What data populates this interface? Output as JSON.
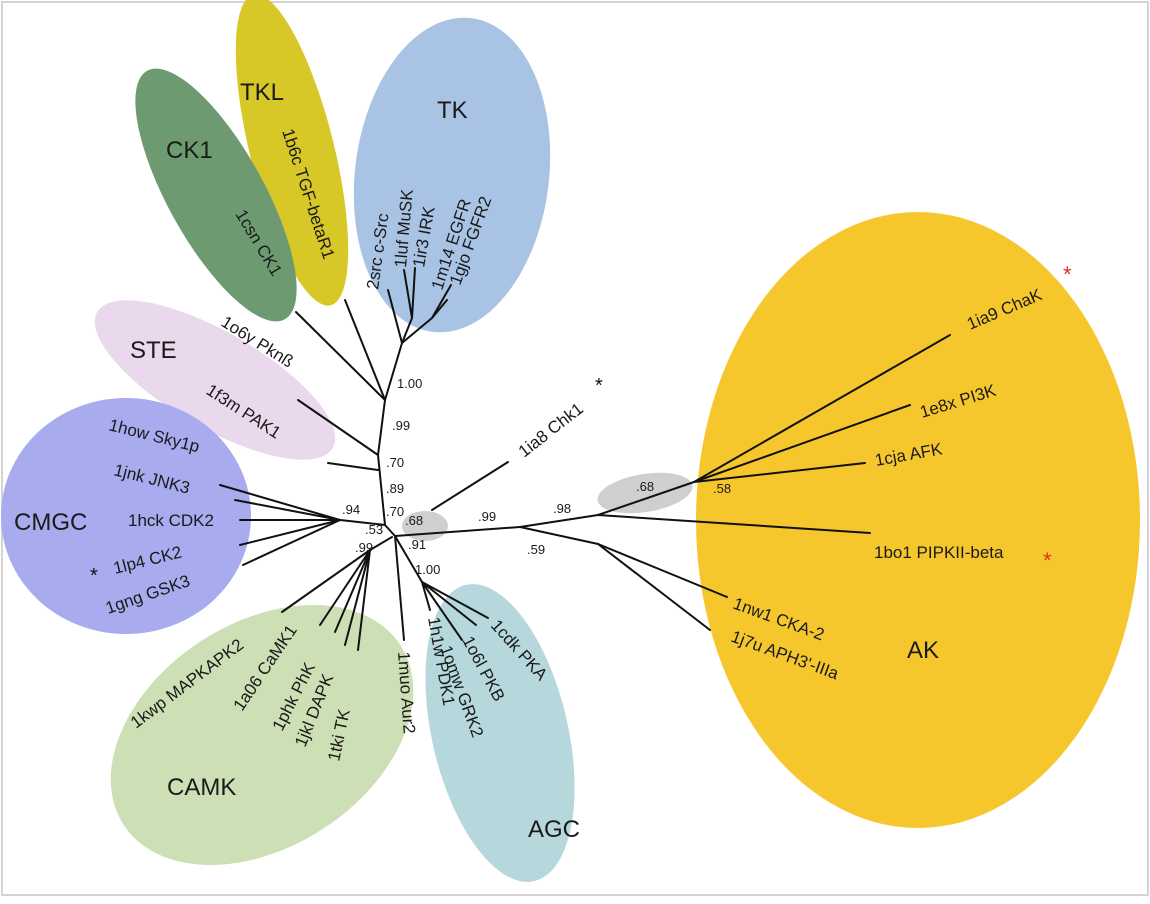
{
  "groups": [
    {
      "id": "tkl",
      "label": "TKL",
      "color": "#d8c827"
    },
    {
      "id": "ck1",
      "label": "CK1",
      "color": "#6e9a72"
    },
    {
      "id": "tk",
      "label": "TK",
      "color": "#a9c3e4"
    },
    {
      "id": "ste",
      "label": "STE",
      "color": "#ead8ec"
    },
    {
      "id": "cmgc",
      "label": "CMGC",
      "color": "#a8abee"
    },
    {
      "id": "camk",
      "label": "CAMK",
      "color": "#cddfb4"
    },
    {
      "id": "agc",
      "label": "AGC",
      "color": "#b6d8dc"
    },
    {
      "id": "ak",
      "label": "AK",
      "color": "#f6c72d"
    }
  ],
  "leaves": [
    {
      "id": "1csn",
      "label": "1csn CK1"
    },
    {
      "id": "1b6c",
      "label": "1b6c TGF-betaR1"
    },
    {
      "id": "2src",
      "label": "2src c-Src"
    },
    {
      "id": "1luf",
      "label": "1luf MuSK"
    },
    {
      "id": "1ir3",
      "label": "1ir3 IRK"
    },
    {
      "id": "1m14",
      "label": "1m14 EGFR"
    },
    {
      "id": "1gjo",
      "label": "1gjo FGFR2"
    },
    {
      "id": "1o6y",
      "label": "1o6y Pknß"
    },
    {
      "id": "1f3m",
      "label": "1f3m PAK1"
    },
    {
      "id": "1how",
      "label": "1how Sky1p"
    },
    {
      "id": "1jnk",
      "label": "1jnk JNK3"
    },
    {
      "id": "1hck",
      "label": "1hck CDK2"
    },
    {
      "id": "1lp4",
      "label": "1lp4 CK2"
    },
    {
      "id": "1gng",
      "label": "1gng GSK3"
    },
    {
      "id": "1kwp",
      "label": "1kwp MAPKAPK2"
    },
    {
      "id": "1a06",
      "label": "1a06 CaMK1"
    },
    {
      "id": "1phk",
      "label": "1phk PhK"
    },
    {
      "id": "1jkl",
      "label": "1jkl DAPK"
    },
    {
      "id": "1tki",
      "label": "1tki TK"
    },
    {
      "id": "1muo",
      "label": "1muo Aur2"
    },
    {
      "id": "1h1w",
      "label": "1h1w PDK1"
    },
    {
      "id": "1o6l",
      "label": "1o6l PKB"
    },
    {
      "id": "1omw",
      "label": "1omw GRK2"
    },
    {
      "id": "1cdk",
      "label": "1cdk PKA"
    },
    {
      "id": "1ia8",
      "label": "1ia8 Chk1"
    },
    {
      "id": "1ia9",
      "label": "1ia9 ChaK"
    },
    {
      "id": "1e8x",
      "label": "1e8x PI3K"
    },
    {
      "id": "1cja",
      "label": "1cja AFK"
    },
    {
      "id": "1bo1",
      "label": "1bo1 PIPKII-beta"
    },
    {
      "id": "1nw1",
      "label": "1nw1 CKA-2"
    },
    {
      "id": "1j7u",
      "label": "1j7u APH3'-IIIa"
    }
  ],
  "support_values": [
    {
      "id": "s100a",
      "value": "1.00"
    },
    {
      "id": "s99a",
      "value": ".99"
    },
    {
      "id": "s70a",
      "value": ".70"
    },
    {
      "id": "s89",
      "value": ".89"
    },
    {
      "id": "s70b",
      "value": ".70"
    },
    {
      "id": "s94",
      "value": ".94"
    },
    {
      "id": "s53",
      "value": ".53"
    },
    {
      "id": "s68a",
      "value": ".68"
    },
    {
      "id": "s99b",
      "value": ".99"
    },
    {
      "id": "s91",
      "value": ".91"
    },
    {
      "id": "s100b",
      "value": "1.00"
    },
    {
      "id": "s99c",
      "value": ".99"
    },
    {
      "id": "s98",
      "value": ".98"
    },
    {
      "id": "s59",
      "value": ".59"
    },
    {
      "id": "s68b",
      "value": ".68"
    },
    {
      "id": "s58",
      "value": ".58"
    }
  ],
  "markers": {
    "asterisk": "*"
  }
}
